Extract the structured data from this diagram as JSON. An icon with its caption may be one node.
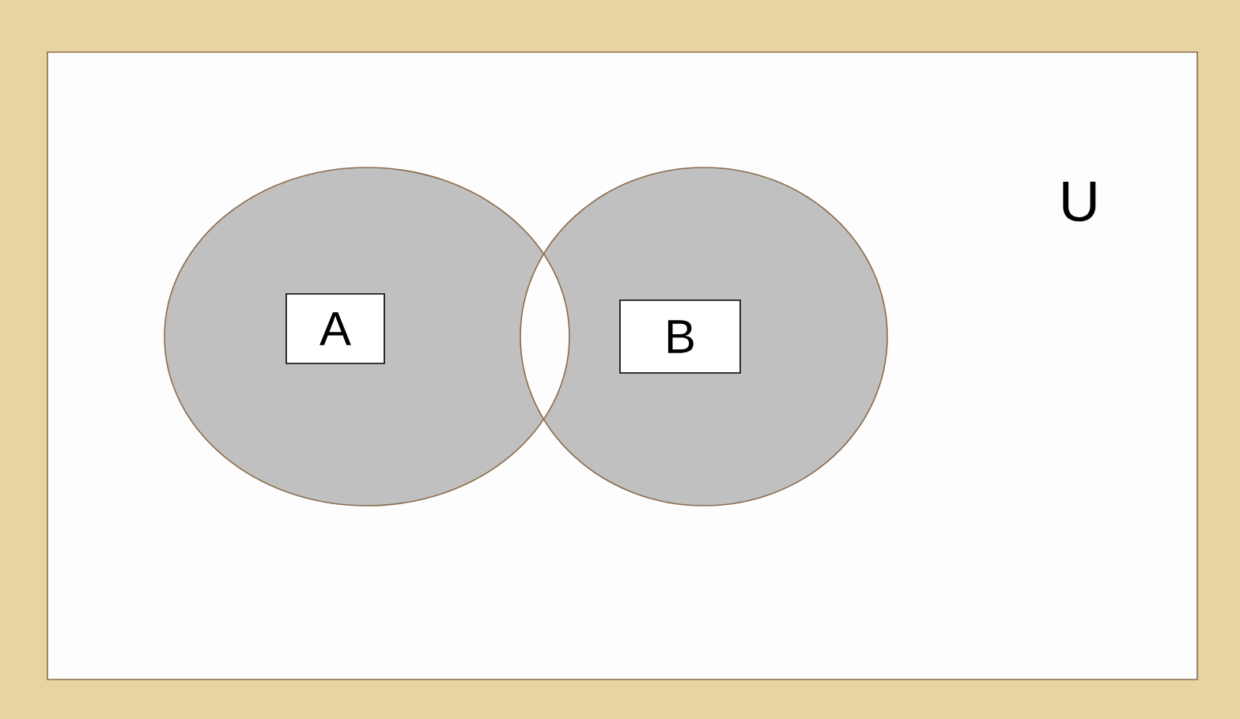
{
  "diagram": {
    "nodes": [
      {
        "text": [
          "U"
        ]
      },
      {
        "text": [],
        "shape": "ellipse",
        "in": 0
      },
      {
        "text": [
          "A"
        ],
        "in": 1
      },
      {
        "text": [],
        "shape": "ellipse",
        "in": 0
      },
      {
        "text": [
          "B"
        ],
        "in": 3
      }
    ]
  }
}
